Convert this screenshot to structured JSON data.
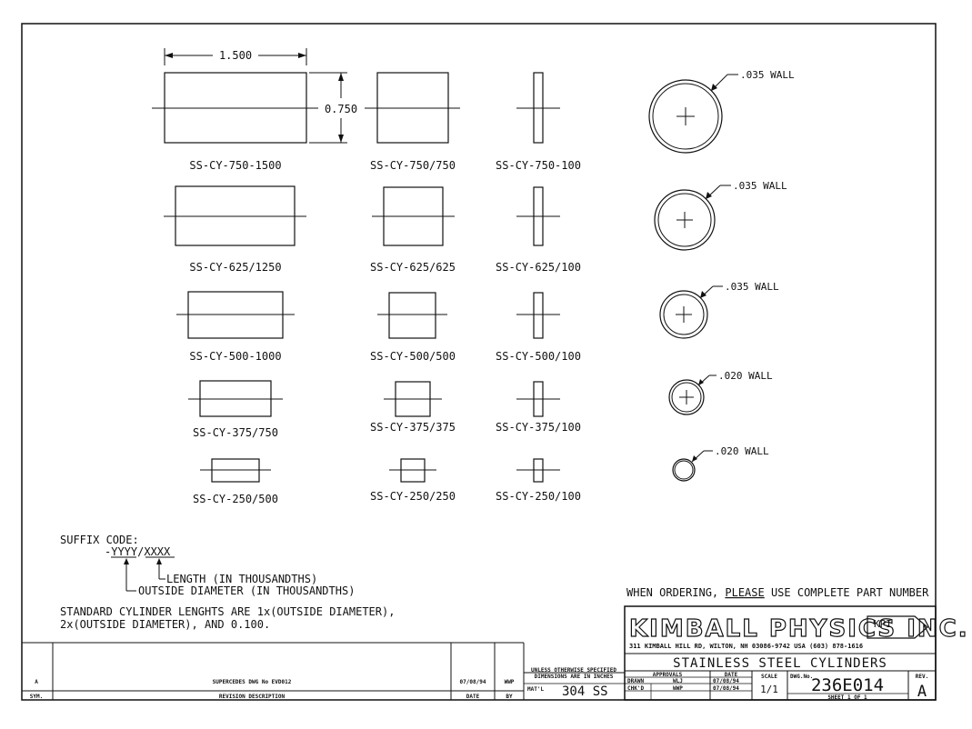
{
  "dimensions": {
    "length_label": "1.500",
    "diameter_label": "0.750"
  },
  "parts": [
    [
      "SS-CY-750-1500",
      "SS-CY-750/750",
      "SS-CY-750-100"
    ],
    [
      "SS-CY-625/1250",
      "SS-CY-625/625",
      "SS-CY-625/100"
    ],
    [
      "SS-CY-500-1000",
      "SS-CY-500/500",
      "SS-CY-500/100"
    ],
    [
      "SS-CY-375/750",
      "SS-CY-375/375",
      "SS-CY-375/100"
    ],
    [
      "SS-CY-250/500",
      "SS-CY-250/250",
      "SS-CY-250/100"
    ]
  ],
  "walls": [
    ".035 WALL",
    ".035 WALL",
    ".035 WALL",
    ".020 WALL",
    ".020 WALL"
  ],
  "suffix": {
    "title": "SUFFIX CODE:",
    "code": "-YYYY/XXXX",
    "length_note": "LENGTH (IN THOUSANDTHS)",
    "od_note": "OUTSIDE DIAMETER (IN THOUSANDTHS)"
  },
  "standard_note": {
    "line1": "STANDARD CYLINDER LENGHTS ARE 1x(OUTSIDE DIAMETER),",
    "line2": "2x(OUTSIDE DIAMETER), AND 0.100."
  },
  "ordering": {
    "before": "WHEN ORDERING, ",
    "please": "PLEASE",
    "after": " USE COMPLETE PART NUMBER"
  },
  "title_block": {
    "company": "KIMBALL PHYSICS INC.",
    "logo": "KPI",
    "address": "311 KIMBALL HILL RD, WILTON, NH 03086-9742 USA  (603) 878-1616",
    "drawing_title": "STAINLESS STEEL CYLINDERS",
    "tolerance_note_1": "UNLESS OTHERWISE SPECIFIED",
    "tolerance_note_2": "DIMENSIONS ARE IN INCHES",
    "material_label": "MAT'L",
    "material": "304 SS",
    "approvals": "APPROVALS",
    "date_header": "DATE",
    "drawn_label": "DRAWN",
    "drawn_by": "WLJ",
    "drawn_date": "07/08/94",
    "checked_label": "CHK'D",
    "checked_by": "WWP",
    "checked_date": "07/08/94",
    "scale_label": "SCALE",
    "scale": "1/1",
    "dwg_no_label": "DWG.No.",
    "dwg_no": "236E014",
    "rev_label": "REV.",
    "rev": "A",
    "sheet": "SHEET  1   OF   1"
  },
  "revision_block": {
    "sym": "A",
    "description": "SUPERCEDES DWG No EVD012",
    "date": "07/08/94",
    "by": "WWP",
    "sym_header": "SYM.",
    "desc_header": "REVISION DESCRIPTION",
    "date_header": "DATE",
    "by_header": "BY"
  }
}
